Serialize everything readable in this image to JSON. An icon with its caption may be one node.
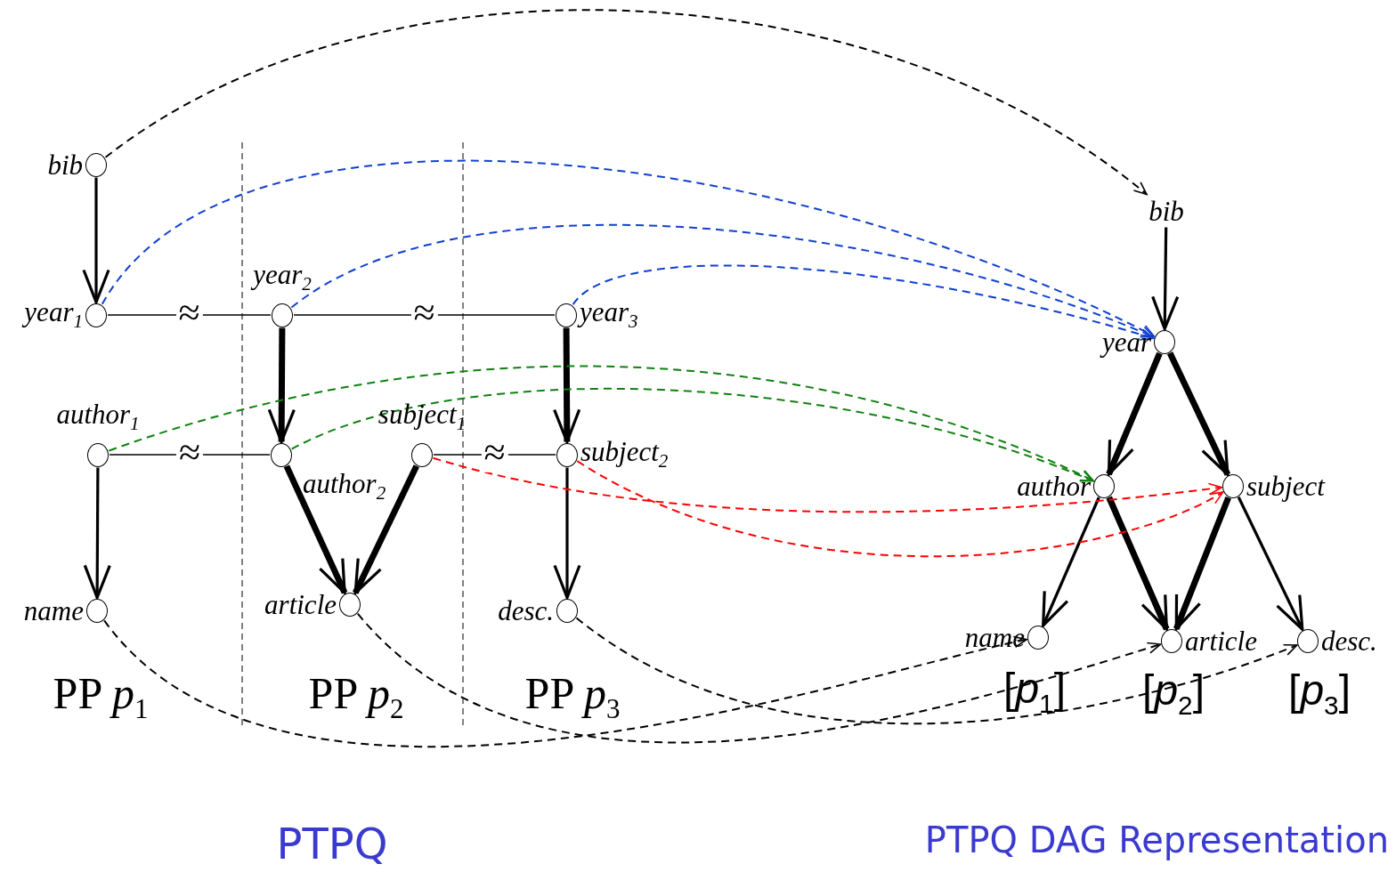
{
  "diagram": {
    "nodes": [
      {
        "text": [
          "bib"
        ]
      },
      {
        "text": [
          "year$_{1}$"
        ]
      },
      {
        "text": [
          "year$_{2}$"
        ]
      },
      {
        "text": [
          "year$_{3}$"
        ]
      },
      {
        "text": [
          "author$_{1}$"
        ]
      },
      {
        "text": [
          "author$_{2}$"
        ]
      },
      {
        "text": [
          "subject$_{1}$"
        ]
      },
      {
        "text": [
          "subject$_{2}$"
        ]
      },
      {
        "text": [
          "name"
        ]
      },
      {
        "text": [
          "article"
        ]
      },
      {
        "text": [
          "desc."
        ]
      },
      {
        "text": [
          "bib"
        ]
      },
      {
        "text": [
          "year"
        ]
      },
      {
        "text": [
          "author"
        ]
      },
      {
        "text": [
          "subject"
        ]
      },
      {
        "text": [
          "name"
        ]
      },
      {
        "text": [
          "article"
        ]
      },
      {
        "text": [
          "desc."
        ]
      }
    ],
    "edges": [
      {
        "from": 0,
        "to": 1,
        "arrow": "to"
      },
      {
        "from": 1,
        "to": 2,
        "arrow": "none",
        "label": "≈"
      },
      {
        "from": 2,
        "to": 3,
        "arrow": "none",
        "label": "≈"
      },
      {
        "from": 4,
        "to": 5,
        "arrow": "none",
        "label": "≈"
      },
      {
        "from": 6,
        "to": 7,
        "arrow": "none",
        "label": "≈"
      },
      {
        "from": 2,
        "to": 5,
        "arrow": "to",
        "style": "thick"
      },
      {
        "from": 3,
        "to": 7,
        "arrow": "to",
        "style": "thick"
      },
      {
        "from": 4,
        "to": 8,
        "arrow": "to"
      },
      {
        "from": 5,
        "to": 9,
        "arrow": "to",
        "style": "thick"
      },
      {
        "from": 6,
        "to": 9,
        "arrow": "to",
        "style": "thick"
      },
      {
        "from": 7,
        "to": 10,
        "arrow": "to"
      },
      {
        "from": 11,
        "to": 12,
        "arrow": "to"
      },
      {
        "from": 12,
        "to": 13,
        "arrow": "to",
        "style": "thick"
      },
      {
        "from": 12,
        "to": 14,
        "arrow": "to",
        "style": "thick"
      },
      {
        "from": 13,
        "to": 15,
        "arrow": "to"
      },
      {
        "from": 13,
        "to": 16,
        "arrow": "to",
        "style": "thick"
      },
      {
        "from": 14,
        "to": 16,
        "arrow": "to",
        "style": "thick"
      },
      {
        "from": 14,
        "to": 17,
        "arrow": "to"
      },
      {
        "from": 0,
        "to": 11,
        "arrow": "to",
        "style": "dashed"
      },
      {
        "from": 1,
        "to": 12,
        "arrow": "to",
        "style": "dashed",
        "color": "#1040d0"
      },
      {
        "from": 2,
        "to": 12,
        "arrow": "to",
        "style": "dashed",
        "color": "#1040d0"
      },
      {
        "from": 3,
        "to": 12,
        "arrow": "to",
        "style": "dashed",
        "color": "#1040d0"
      },
      {
        "from": 4,
        "to": 13,
        "arrow": "to",
        "style": "dashed",
        "color": "#108010"
      },
      {
        "from": 5,
        "to": 13,
        "arrow": "to",
        "style": "dashed",
        "color": "#108010"
      },
      {
        "from": 6,
        "to": 14,
        "arrow": "to",
        "style": "dashed",
        "color": "#ff0000"
      },
      {
        "from": 7,
        "to": 14,
        "arrow": "to",
        "style": "dashed",
        "color": "#ff0000"
      },
      {
        "from": 8,
        "to": 15,
        "arrow": "to",
        "style": "dashed"
      },
      {
        "from": 9,
        "to": 16,
        "arrow": "to",
        "style": "dashed"
      },
      {
        "from": 10,
        "to": 17,
        "arrow": "to",
        "style": "dashed"
      }
    ],
    "labels": [
      "PP *p*$_{1}$",
      "PP *p*$_{2}$",
      "PP *p*$_{3}$",
      "[*p*$_{1}$]",
      "[*p*$_{2}$]",
      "[*p*$_{3}$]",
      "PTPQ",
      "PTPQ DAG Representation"
    ]
  }
}
